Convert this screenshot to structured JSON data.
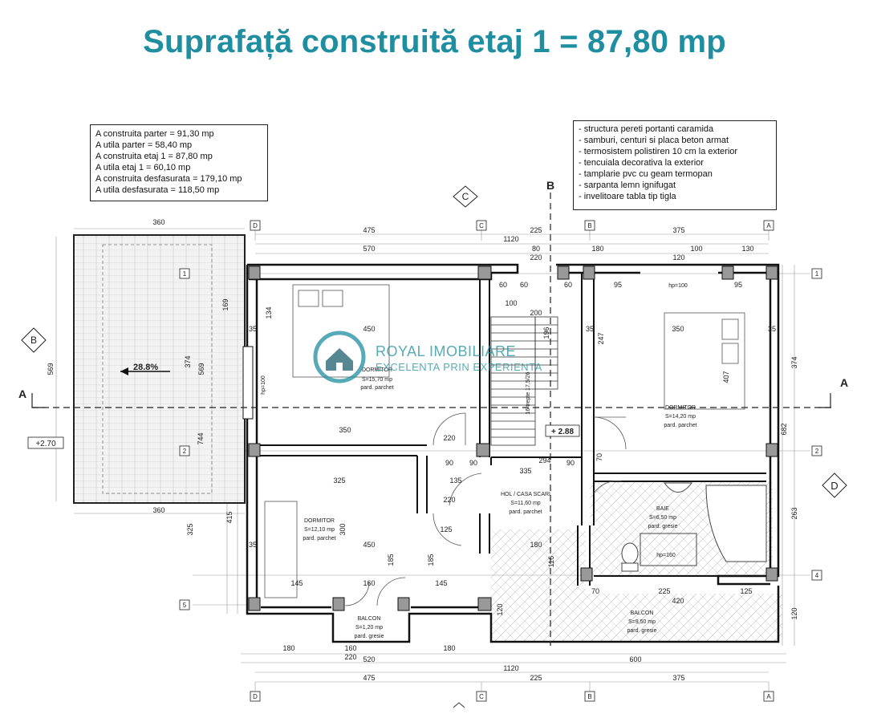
{
  "title": "Suprafață construită etaj 1 = 87,80 mp",
  "areas": [
    "A construita parter = 91,30 mp",
    "A utila parter  = 58,40 mp",
    "A construita etaj 1 = 87,80 mp",
    "A utila etaj 1  = 60,10 mp",
    "A construita desfasurata = 179,10 mp",
    "A utila desfasurata = 118,50 mp"
  ],
  "specs": [
    "- structura pereti portanti caramida",
    "- samburi, centuri si placa beton armat",
    "- termosistem polistiren 10 cm la exterior",
    "- tencuiala decorativa la exterior",
    "- tamplarie pvc cu geam termopan",
    "- sarpanta lemn ignifugat",
    "- invelitoare tabla tip tigla"
  ],
  "watermark": {
    "name": "ROYAL IMOBILIARE",
    "tagline": "EXCELENTA PRIN EXPERIENTA"
  },
  "roof": {
    "slope": "28.8%",
    "level": "+2.70"
  },
  "stair_level": "+ 2.88",
  "rooms": {
    "dormitor_nw": {
      "name": "DORMITOR",
      "area": "S=15,70 mp",
      "floor": "pard. parchet"
    },
    "dormitor_ne": {
      "name": "DORMITOR",
      "area": "S=14,20 mp",
      "floor": "pard. parchet"
    },
    "dormitor_sw": {
      "name": "DORMITOR",
      "area": "S=12,10 mp",
      "floor": "pard. parchet"
    },
    "hol": {
      "name": "HOL / CASA SCARI",
      "area": "S=11,60 mp",
      "floor": "pard. parchet"
    },
    "baie": {
      "name": "BAIE",
      "area": "S=6,50 mp",
      "floor": "pard. gresie"
    },
    "balcon_w": {
      "name": "BALCON",
      "area": "S=1,20 mp",
      "floor": "pard. gresie"
    },
    "balcon_e": {
      "name": "BALCON",
      "area": "S=9,50 mp",
      "floor": "pard. gresie"
    }
  },
  "stair_note": "16 trepte 17,5/26",
  "hp": [
    "hp=100",
    "hp=100",
    "hp=160"
  ],
  "sections": {
    "a": "A",
    "b": "B",
    "c": "C",
    "d": "D",
    "bwest": "B"
  },
  "grid_cols": [
    "D",
    "C",
    "B",
    "A"
  ],
  "grid_rows": [
    "1",
    "2",
    "4",
    "5"
  ],
  "dims": {
    "top_360": "360",
    "top_475": "475",
    "top_225": "225",
    "top_375": "375",
    "top_1120": "1120",
    "top_570": "570",
    "top_80": "80",
    "top_180": "180",
    "top_100": "100",
    "top_130": "130",
    "top_220": "220",
    "top_120": "120",
    "bot_180a": "180",
    "bot_160": "160",
    "bot_180b": "180",
    "bot_220": "220",
    "bot_520": "520",
    "bot_600": "600",
    "bot_1120": "1120",
    "bot_475": "475",
    "bot_225": "225",
    "bot_375": "375",
    "roof_360": "360",
    "r_374": "374",
    "r_682": "682",
    "r_263": "263",
    "r_120": "120",
    "l_569": "569",
    "l_325": "325",
    "l_415": "415",
    "i_450a": "450",
    "i_350a": "350",
    "i_325": "325",
    "i_450b": "450",
    "i_350b": "350",
    "i_407": "407",
    "i_247": "247",
    "i_335": "335",
    "i_294": "294",
    "i_200": "200",
    "i_100": "100",
    "i_95a": "95",
    "i_95b": "95",
    "i_60a": "60",
    "i_60b": "60",
    "i_60c": "60",
    "i_35a": "35",
    "i_35b": "35",
    "i_35c": "35",
    "i_35d": "35",
    "i_135": "135",
    "i_220a": "220",
    "i_220b": "220",
    "i_90a": "90",
    "i_90b": "90",
    "i_90c": "90",
    "i_145a": "145",
    "i_145b": "145",
    "i_160": "160",
    "i_185a": "185",
    "i_185b": "185",
    "i_300": "300",
    "i_180": "180",
    "i_125": "125",
    "i_70a": "70",
    "i_70b": "70",
    "i_225": "225",
    "i_420": "420",
    "i_125b": "125",
    "i_744": "744",
    "i_374": "374",
    "i_569": "569",
    "i_134": "134",
    "i_169": "169",
    "i_196": "196",
    "i_120": "120",
    "i_116": "116"
  }
}
